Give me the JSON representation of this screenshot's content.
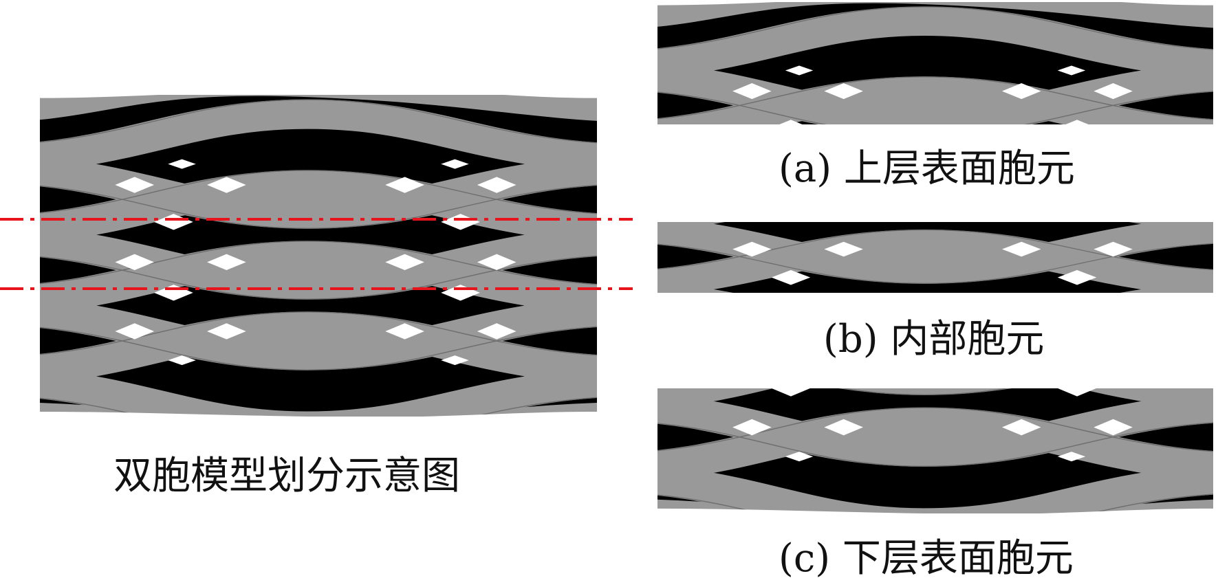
{
  "captions": {
    "main": "双胞模型划分示意图",
    "a": "(a) 上层表面胞元",
    "b": "(b) 内部胞元",
    "c": "(c) 下层表面胞元"
  },
  "colors": {
    "fiber": "#999999",
    "matrix": "#000000",
    "void": "#ffffff",
    "fiber_edge": "#6f6f6f",
    "divider": "#e8141c"
  }
}
